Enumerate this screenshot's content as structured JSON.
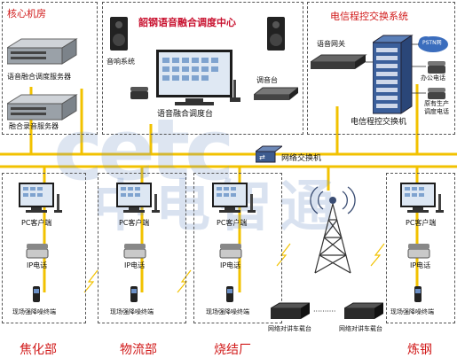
{
  "top": {
    "core_room": {
      "title": "核心机房",
      "server1": "语音融合调度服务器",
      "server2": "融合录音服务器"
    },
    "center": {
      "title": "韶钢语音融合调度中心",
      "speaker": "音响系统",
      "console": "语音融合调度台",
      "mixer": "调音台"
    },
    "exchange": {
      "title": "电信程控交换系统",
      "gateway": "语音网关",
      "switch": "电信程控交换机",
      "pstn": "PSTN网",
      "office_phone": "办公电话",
      "prod_phone_1": "原有生产",
      "prod_phone_2": "调度电话"
    }
  },
  "network_switch": "网络交换机",
  "depts": [
    {
      "pc": "PC客户端",
      "ip": "IP电话",
      "term": "现场强降噪终端",
      "name": "焦化部"
    },
    {
      "pc": "PC客户端",
      "ip": "IP电话",
      "term": "现场强降噪终端",
      "name": "物流部"
    },
    {
      "pc": "PC客户端",
      "ip": "IP电话",
      "term": "现场强降噪终端",
      "name": "烧结厂"
    },
    {
      "pc": "PC客户端",
      "ip": "IP电话",
      "term": "现场强降噪终端",
      "name": "炼钢"
    }
  ],
  "radio": {
    "car1": "网络对讲车载台",
    "car2": "网络对讲车载台",
    "dots": "··········"
  },
  "watermark": {
    "text": "中电智通",
    "logo": "cetc"
  }
}
